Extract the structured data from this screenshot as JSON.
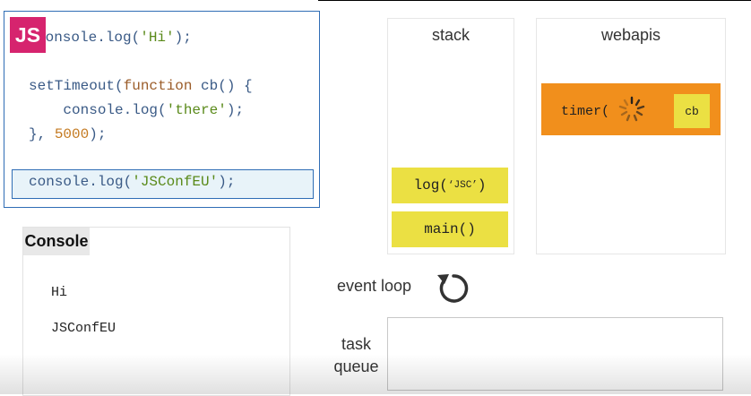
{
  "code": {
    "logo": "JS",
    "line1": {
      "prefix": "console.log(",
      "str": "'Hi'",
      "suffix": ");"
    },
    "line2": {
      "prefix": "setTimeout(",
      "kw": "function",
      "rest": " cb() {"
    },
    "line3": {
      "prefix": "    console.log(",
      "str": "'there'",
      "suffix": ");"
    },
    "line4": {
      "prefix": "}, ",
      "num": "5000",
      "suffix": ");"
    },
    "line5": {
      "prefix": "console.log(",
      "str": "'JSConfEU'",
      "suffix": ");"
    }
  },
  "console": {
    "title": "Console",
    "lines": [
      "Hi",
      "JSConfEU"
    ]
  },
  "stack": {
    "title": "stack",
    "frames": [
      {
        "name": "log(",
        "arg": "‘JSC’",
        "close": ")"
      },
      {
        "name": "main()",
        "arg": "",
        "close": ""
      }
    ]
  },
  "webapis": {
    "title": "webapis",
    "timer_label": "timer(",
    "callback": "cb"
  },
  "event_loop": {
    "label": "event loop"
  },
  "task_queue": {
    "label_line1": "task",
    "label_line2": "queue",
    "items": []
  },
  "colors": {
    "accent_blue": "#2f6db5",
    "js_logo": "#d6246e",
    "frame_yellow": "#ebe043",
    "timer_orange": "#f18f1c"
  },
  "icons": {
    "loop": "circular-arrow-icon",
    "timer": "spinner-icon"
  }
}
